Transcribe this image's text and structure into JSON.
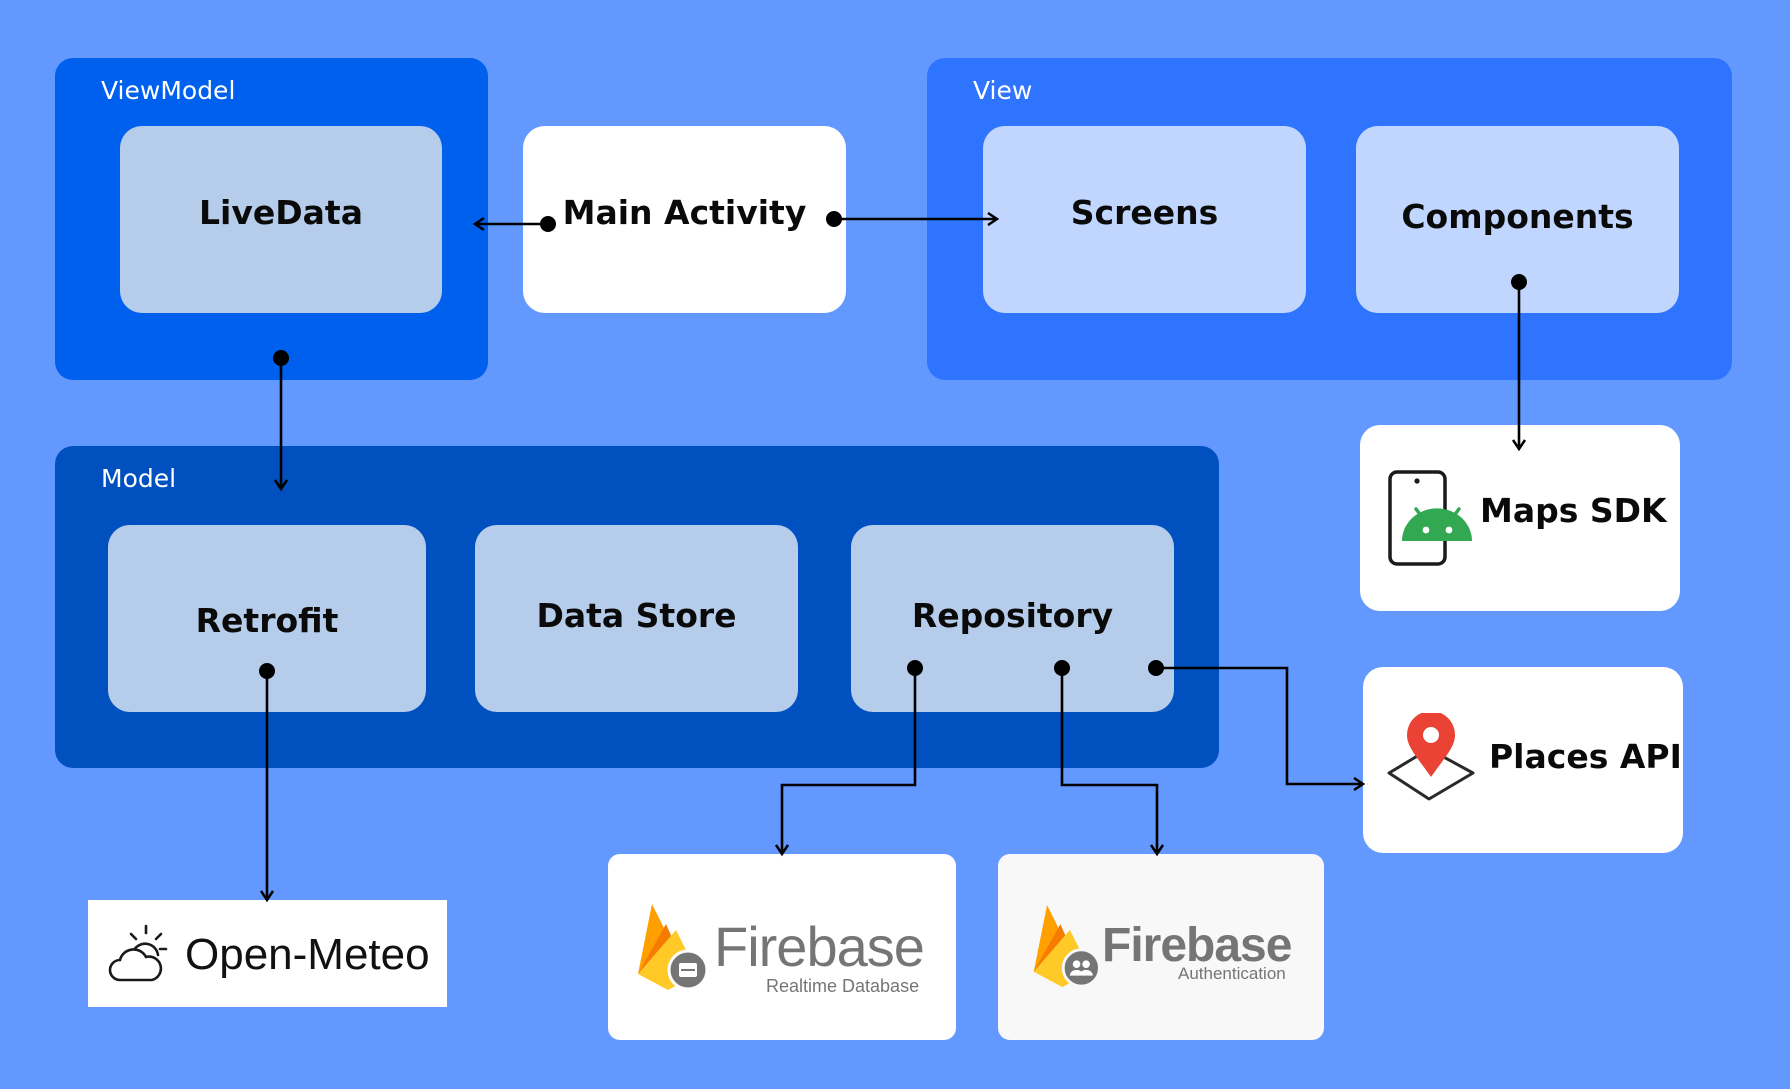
{
  "groups": {
    "viewmodel": "ViewModel",
    "view": "View",
    "model": "Model"
  },
  "nodes": {
    "livedata": "LiveData",
    "main_activity": "Main Activity",
    "screens": "Screens",
    "components": "Components",
    "retrofit": "Retrofit",
    "data_store": "Data Store",
    "repository": "Repository"
  },
  "services": {
    "maps_sdk": "Maps SDK",
    "places_api": "Places API",
    "open_meteo": "Open-Meteo",
    "firebase_db": {
      "title": "Firebase",
      "subtitle": "Realtime Database"
    },
    "firebase_auth": {
      "title": "Firebase",
      "subtitle": "Authentication"
    }
  },
  "colors": {
    "background": "#6399FF",
    "viewmodel_group": "#0060EE",
    "view_group": "#2E74FF",
    "model_group": "#0050C0",
    "node_light": "#C1D6FF",
    "node_model": "#B6CCEB",
    "android_green": "#32A852",
    "pin_red": "#EA4335"
  },
  "icons": {
    "maps_sdk": "android-phone-icon",
    "places_api": "map-pin-icon",
    "open_meteo": "sun-cloud-icon",
    "firebase": "firebase-flame-icon"
  }
}
